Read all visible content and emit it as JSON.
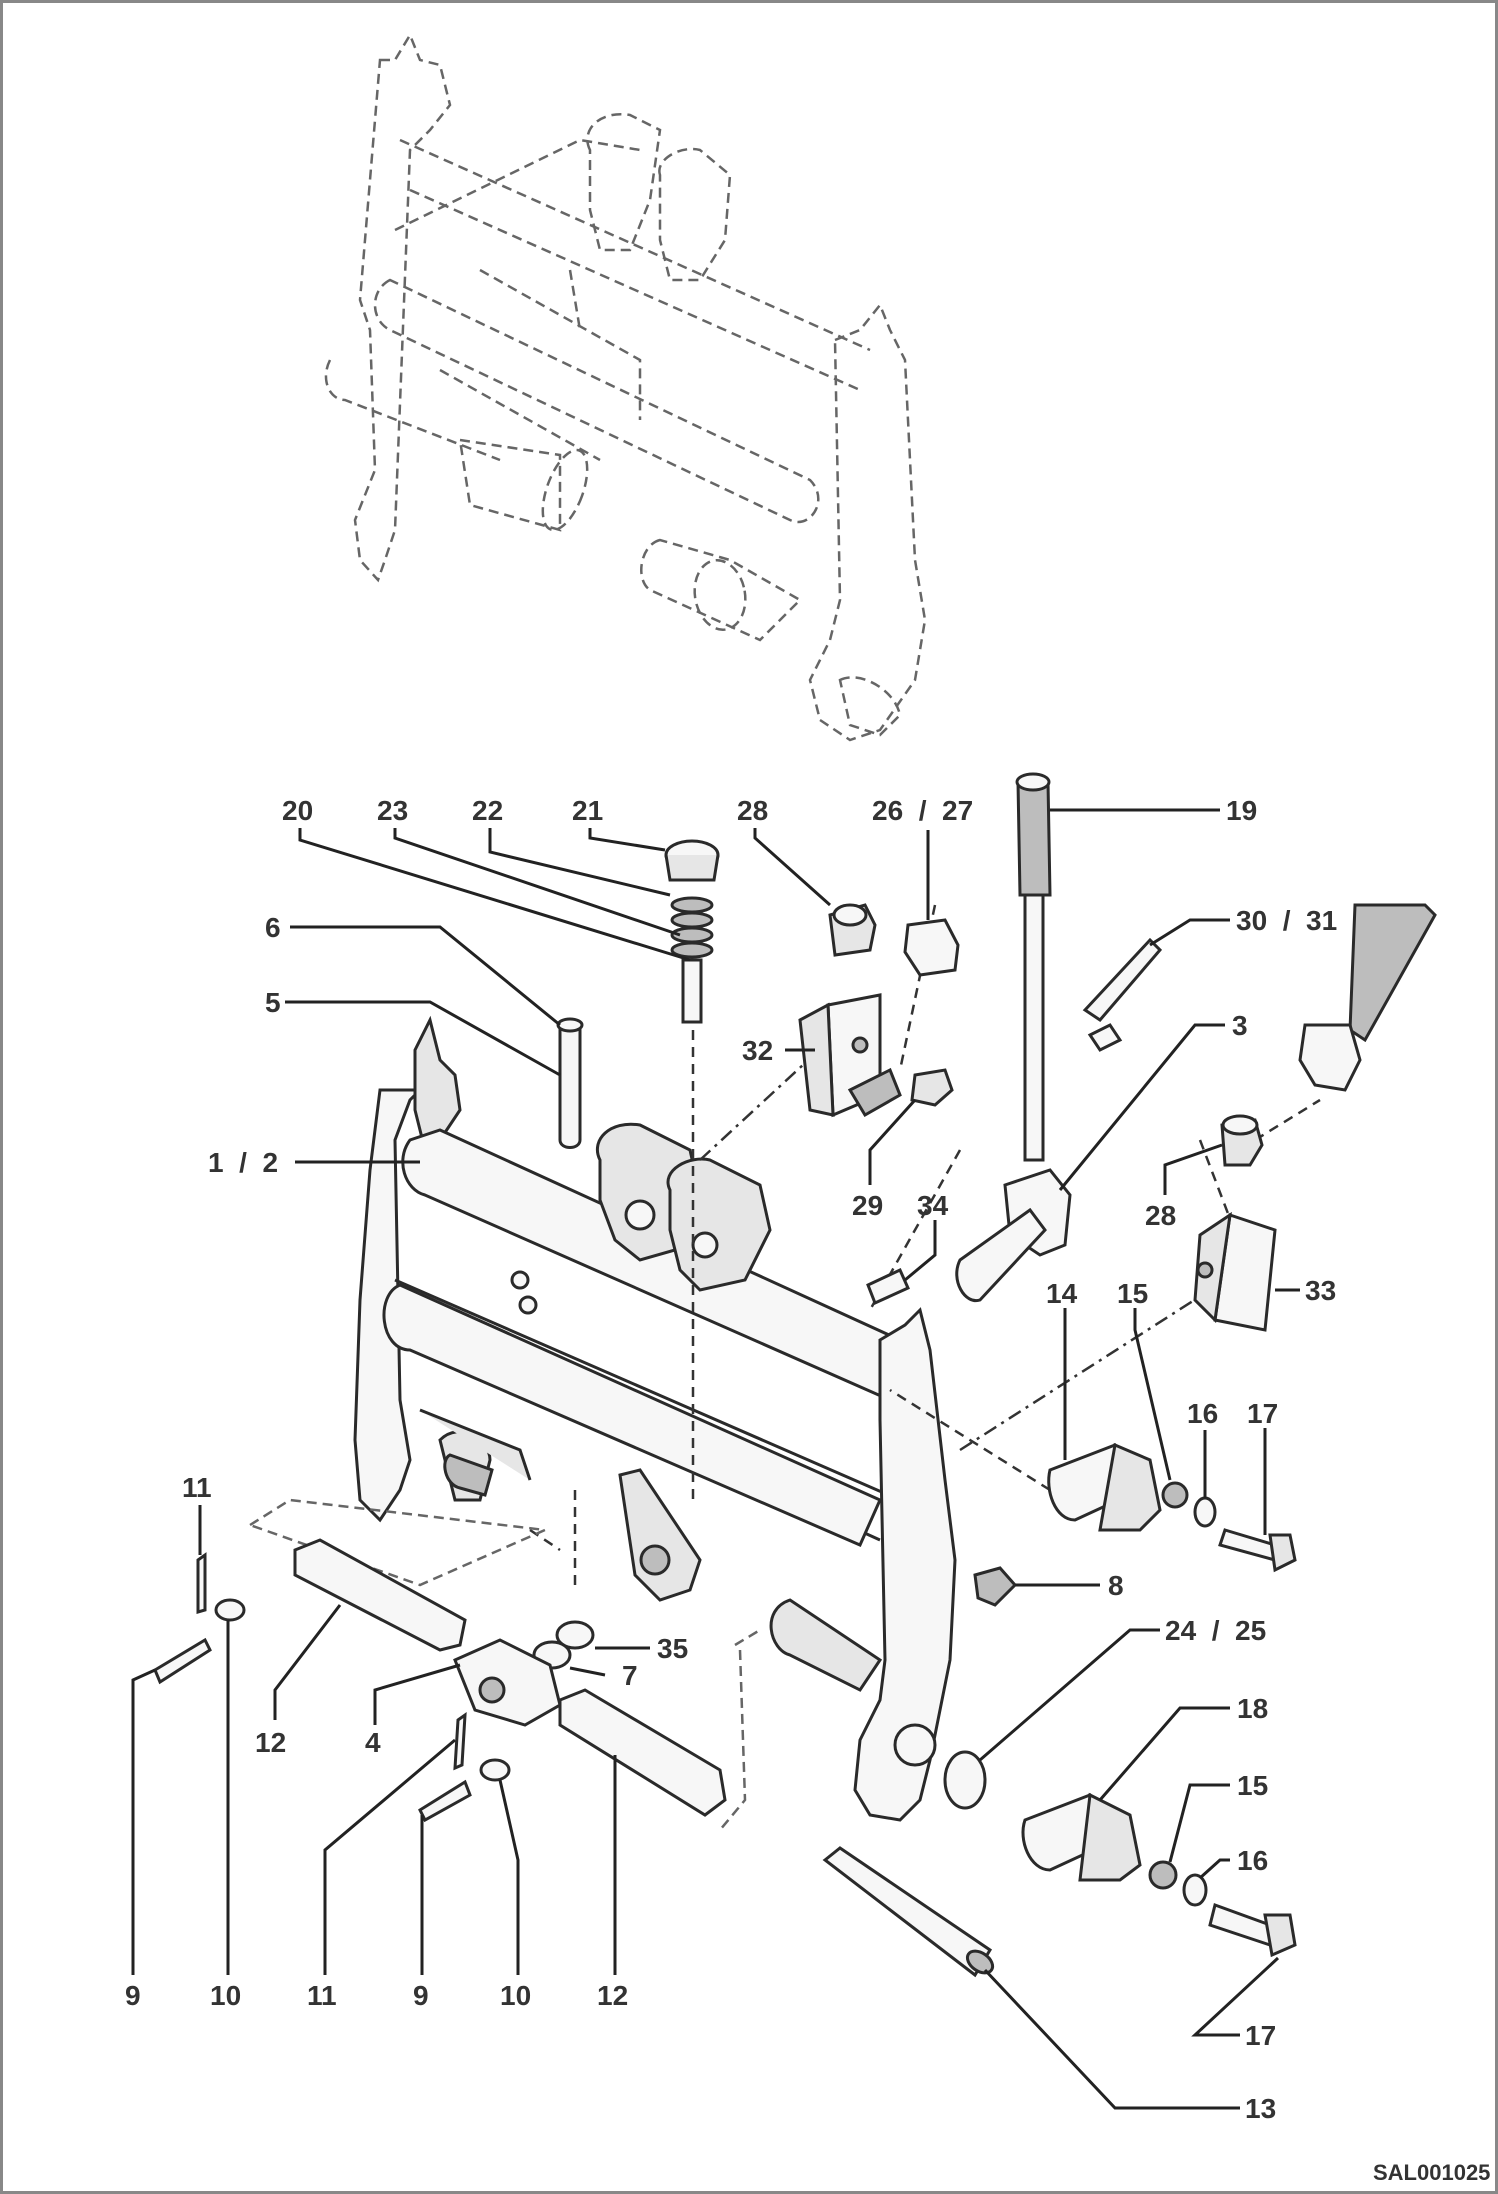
{
  "drawing": {
    "doc_code": "SAL001025"
  },
  "callouts": [
    {
      "id": "c20",
      "label": "20"
    },
    {
      "id": "c23",
      "label": "23"
    },
    {
      "id": "c22",
      "label": "22"
    },
    {
      "id": "c21",
      "label": "21"
    },
    {
      "id": "c28a",
      "label": "28"
    },
    {
      "id": "c2627",
      "label": "26  /  27"
    },
    {
      "id": "c19",
      "label": "19"
    },
    {
      "id": "c6",
      "label": "6"
    },
    {
      "id": "c3031",
      "label": "30  /  31"
    },
    {
      "id": "c5",
      "label": "5"
    },
    {
      "id": "c32",
      "label": "32"
    },
    {
      "id": "c3",
      "label": "3"
    },
    {
      "id": "c12top",
      "label": "1  /  2"
    },
    {
      "id": "c29",
      "label": "29"
    },
    {
      "id": "c34",
      "label": "34"
    },
    {
      "id": "c28b",
      "label": "28"
    },
    {
      "id": "c33",
      "label": "33"
    },
    {
      "id": "c14",
      "label": "14"
    },
    {
      "id": "c15a",
      "label": "15"
    },
    {
      "id": "c16a",
      "label": "16"
    },
    {
      "id": "c17a",
      "label": "17"
    },
    {
      "id": "c11a",
      "label": "11"
    },
    {
      "id": "c8",
      "label": "8"
    },
    {
      "id": "c35",
      "label": "35"
    },
    {
      "id": "c2425",
      "label": "24  /  25"
    },
    {
      "id": "c7",
      "label": "7"
    },
    {
      "id": "c12a",
      "label": "12"
    },
    {
      "id": "c4",
      "label": "4"
    },
    {
      "id": "c18",
      "label": "18"
    },
    {
      "id": "c15b",
      "label": "15"
    },
    {
      "id": "c16b",
      "label": "16"
    },
    {
      "id": "c9a",
      "label": "9"
    },
    {
      "id": "c10a",
      "label": "10"
    },
    {
      "id": "c11b",
      "label": "11"
    },
    {
      "id": "c9b",
      "label": "9"
    },
    {
      "id": "c10b",
      "label": "10"
    },
    {
      "id": "c12b",
      "label": "12"
    },
    {
      "id": "c17b",
      "label": "17"
    },
    {
      "id": "c13",
      "label": "13"
    }
  ]
}
